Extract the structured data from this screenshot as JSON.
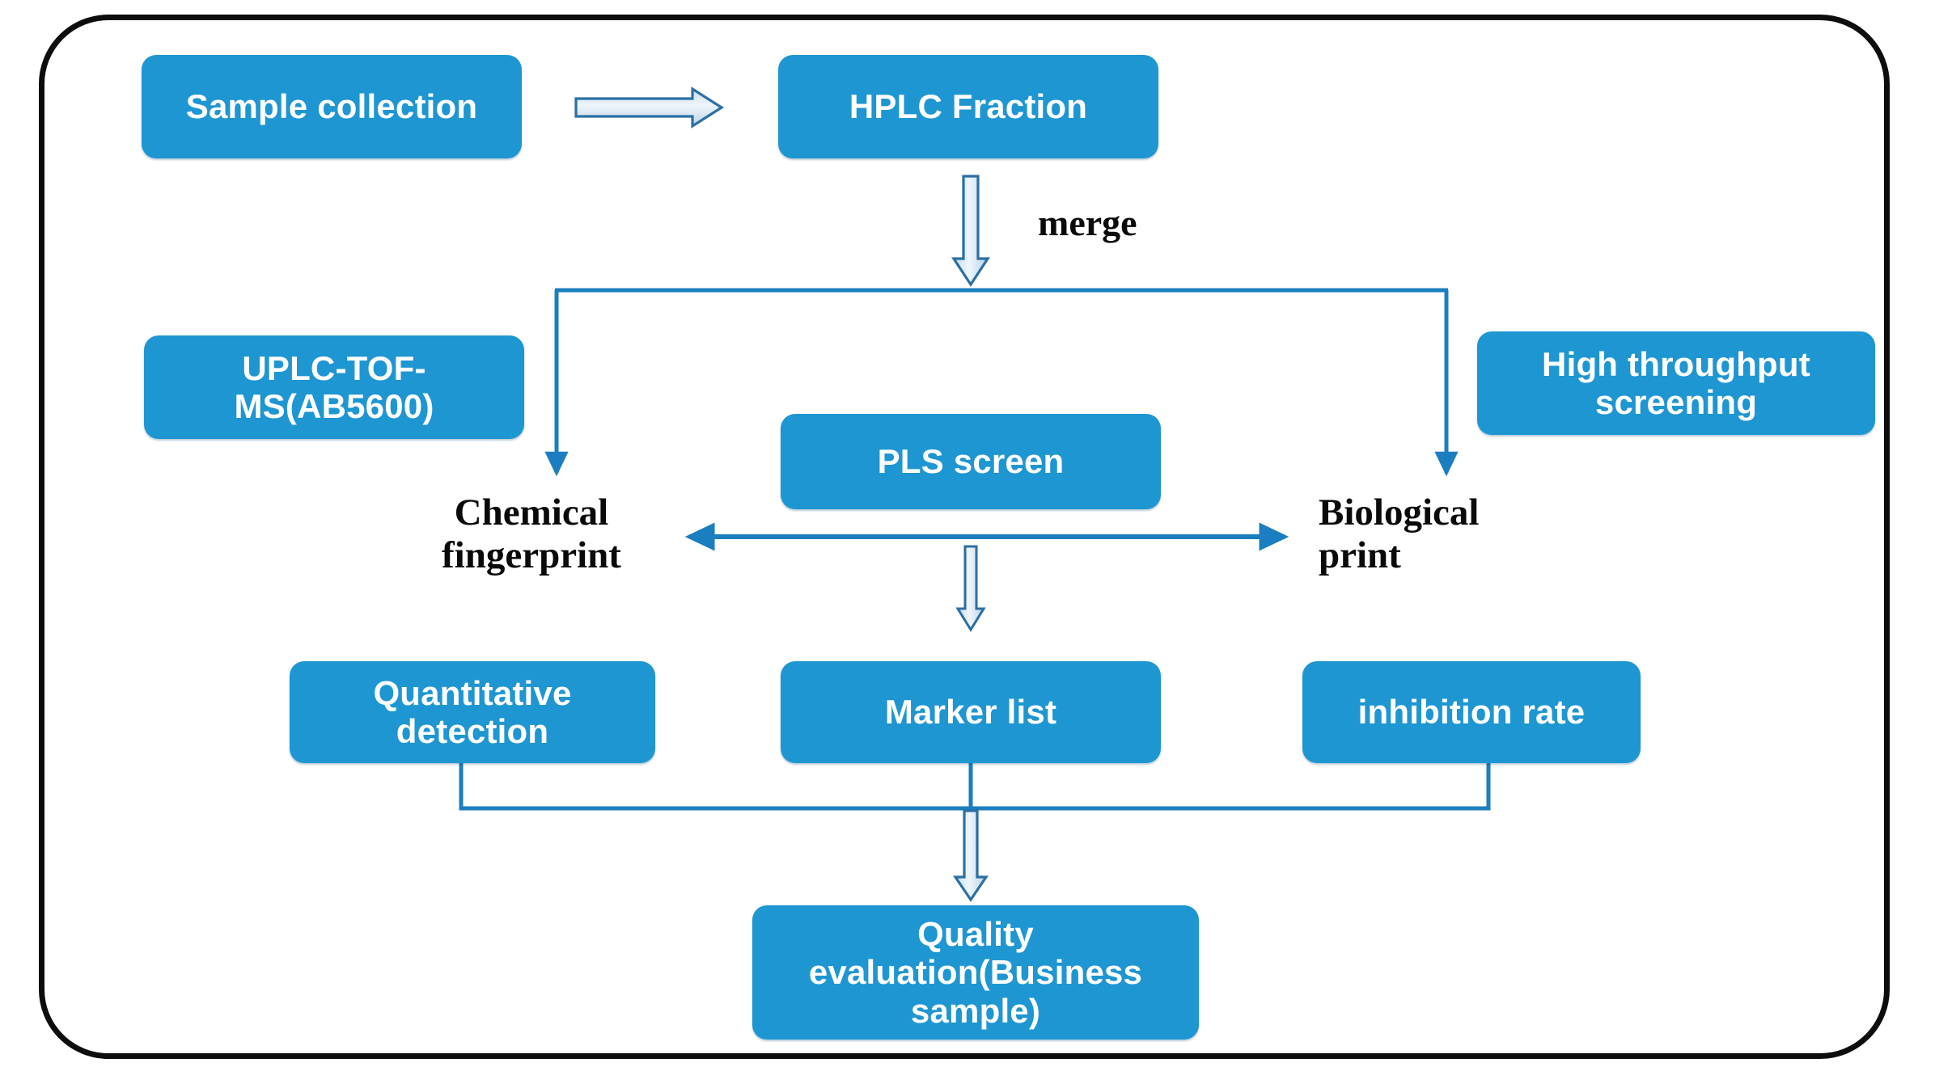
{
  "diagram": {
    "title": "Quality evaluation workflow flowchart",
    "colors": {
      "box_fill": "#1e96d2",
      "box_text": "#ffffff",
      "frame_border": "#0d0d0d",
      "connector_solid": "#1b7ec0",
      "connector_hollow_fill": "#dce9f5",
      "connector_hollow_stroke": "#2b6fa3",
      "label_text": "#0a0a0a",
      "background": "#ffffff"
    },
    "boxes": [
      {
        "id": "sample-collection",
        "label": "Sample\ncollection"
      },
      {
        "id": "hplc-fraction",
        "label": "HPLC Fraction"
      },
      {
        "id": "uplc-tof-ms",
        "label": "UPLC-TOF-\nMS(AB5600)"
      },
      {
        "id": "high-throughput",
        "label": "High throughput\nscreening"
      },
      {
        "id": "pls-screen",
        "label": "PLS screen"
      },
      {
        "id": "quantitative",
        "label": "Quantitative\ndetection"
      },
      {
        "id": "marker-list",
        "label": "Marker list"
      },
      {
        "id": "inhibition-rate",
        "label": "inhibition rate"
      },
      {
        "id": "quality-evaluation",
        "label": "Quality\nevaluation(Business\nsample)"
      }
    ],
    "labels": [
      {
        "id": "merge",
        "text": "merge"
      },
      {
        "id": "chemical-fingerprint",
        "text": "Chemical\nfingerprint"
      },
      {
        "id": "biological-print",
        "text": "Biological\nprint"
      }
    ],
    "connectors": [
      {
        "id": "sample-to-hplc",
        "style": "hollow-block-arrow",
        "direction": "right"
      },
      {
        "id": "hplc-to-merge",
        "style": "hollow-block-arrow",
        "direction": "down"
      },
      {
        "id": "merge-split-left",
        "style": "solid-line-arrow",
        "direction": "down"
      },
      {
        "id": "merge-split-right",
        "style": "solid-line-arrow",
        "direction": "down"
      },
      {
        "id": "fingerprint-bidir",
        "style": "solid-line-arrow",
        "direction": "both"
      },
      {
        "id": "pls-to-marker",
        "style": "hollow-block-arrow",
        "direction": "down"
      },
      {
        "id": "bottom-merge-bus",
        "style": "solid-line",
        "direction": "none"
      },
      {
        "id": "bus-to-quality",
        "style": "hollow-block-arrow",
        "direction": "down"
      }
    ]
  }
}
